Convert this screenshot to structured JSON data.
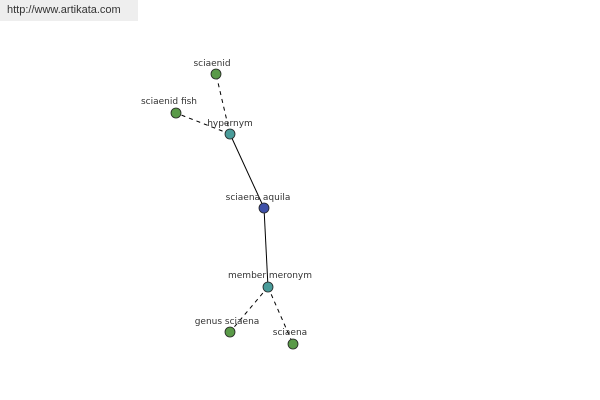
{
  "banner": {
    "url": "http://www.artikata.com"
  },
  "colors": {
    "center": "#3f51a8",
    "relation": "#4a9c9a",
    "leaf": "#5a9a48",
    "edge": "#000000"
  },
  "nodes": [
    {
      "id": "sciaena-aquila",
      "label": "sciaena aquila",
      "kind": "center"
    },
    {
      "id": "hypernym",
      "label": "hypernym",
      "kind": "relation"
    },
    {
      "id": "member-meronym",
      "label": "member meronym",
      "kind": "relation"
    },
    {
      "id": "sciaenid",
      "label": "sciaenid",
      "kind": "leaf"
    },
    {
      "id": "sciaenid-fish",
      "label": "sciaenid fish",
      "kind": "leaf"
    },
    {
      "id": "genus-sciaena",
      "label": "genus sciaena",
      "kind": "leaf"
    },
    {
      "id": "sciaena",
      "label": "sciaena",
      "kind": "leaf"
    }
  ],
  "edges": [
    {
      "from": "hypernym",
      "to": "sciaena-aquila",
      "style": "solid"
    },
    {
      "from": "sciaena-aquila",
      "to": "member-meronym",
      "style": "solid"
    },
    {
      "from": "hypernym",
      "to": "sciaenid",
      "style": "dashed"
    },
    {
      "from": "hypernym",
      "to": "sciaenid-fish",
      "style": "dashed"
    },
    {
      "from": "member-meronym",
      "to": "genus-sciaena",
      "style": "dashed"
    },
    {
      "from": "member-meronym",
      "to": "sciaena",
      "style": "dashed"
    }
  ]
}
